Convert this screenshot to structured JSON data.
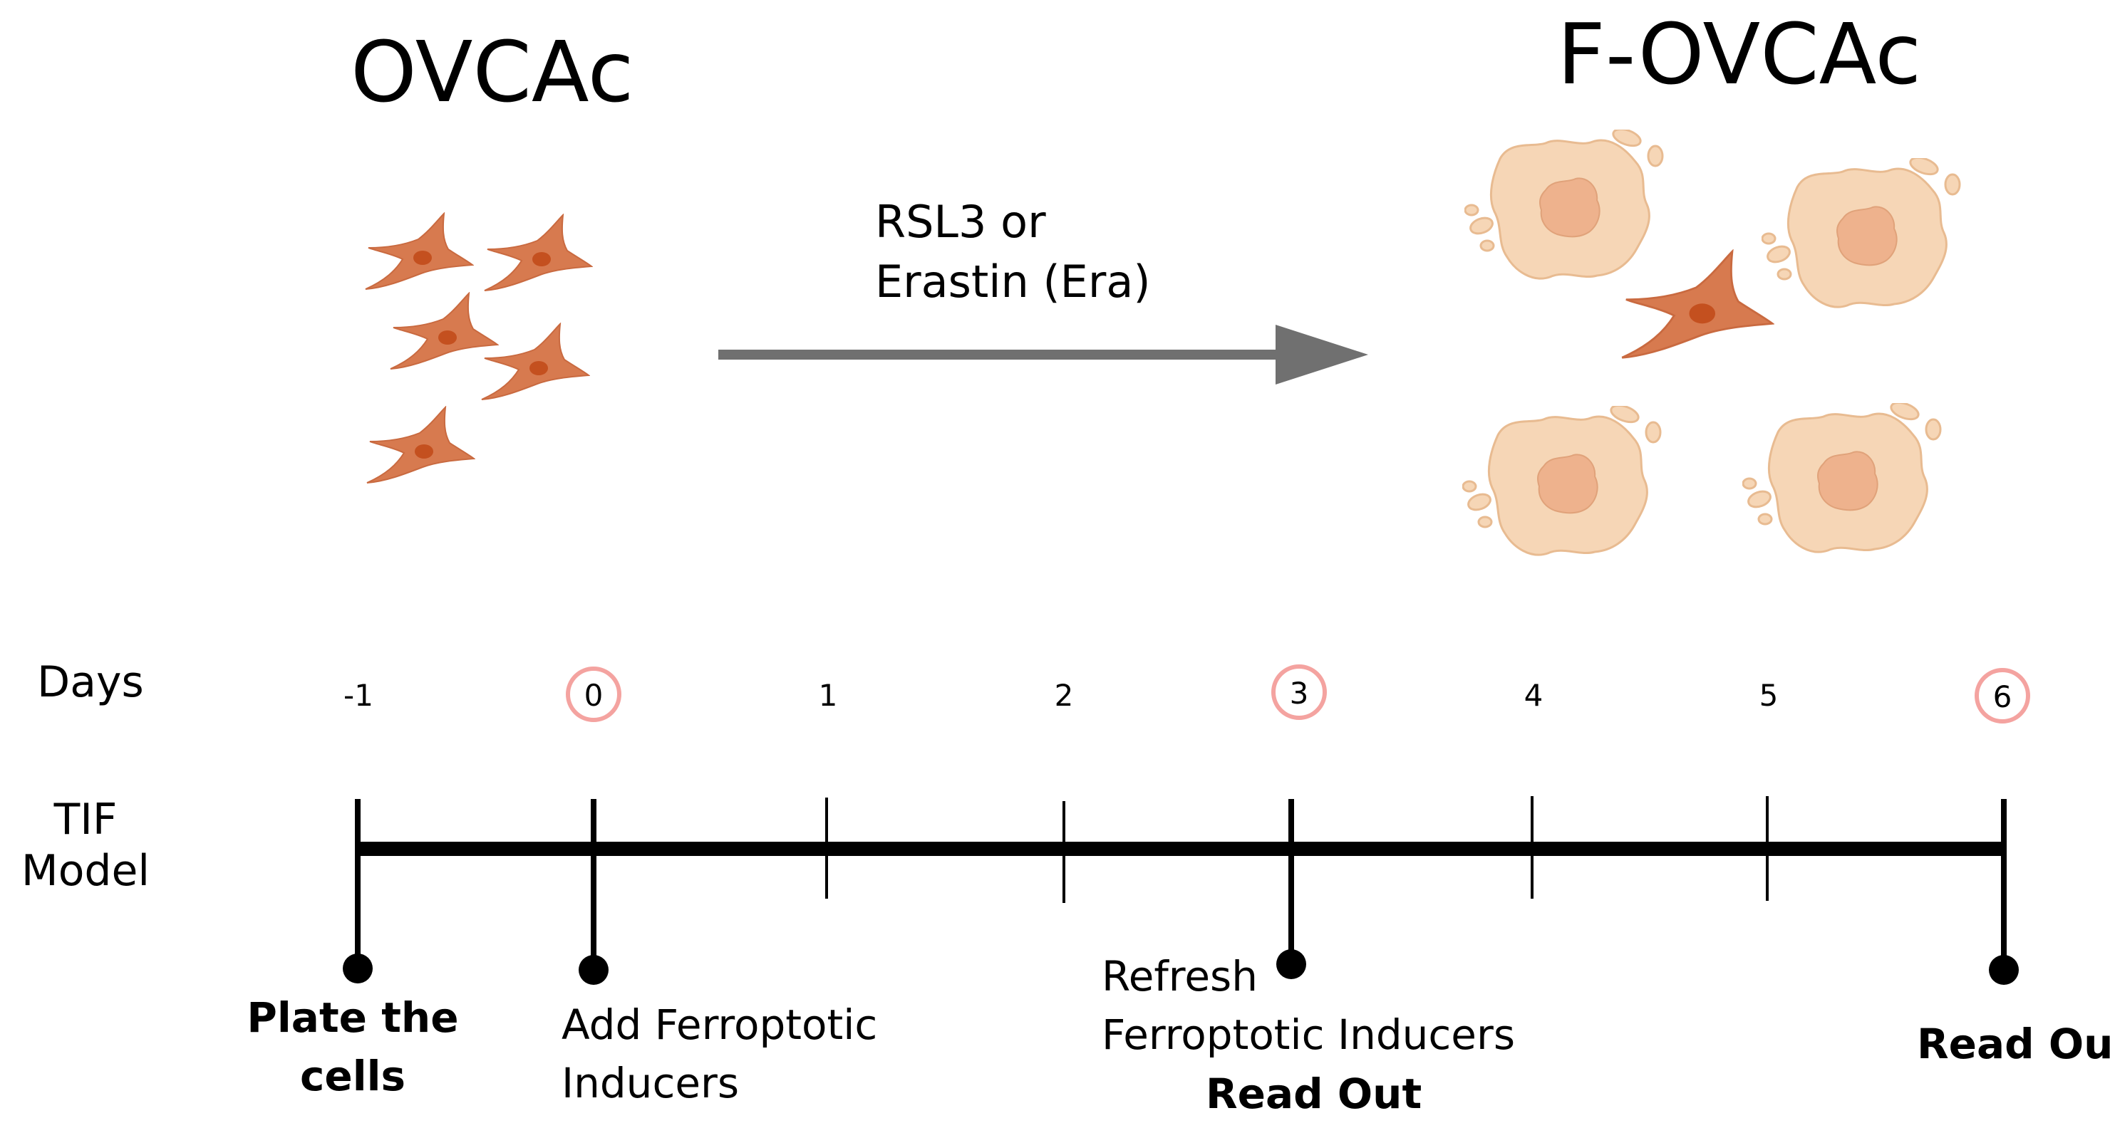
{
  "left_panel": {
    "title": "OVCAc"
  },
  "right_panel": {
    "title": "F-OVCAc"
  },
  "treatment": {
    "line1": "RSL3 or",
    "line2": "Erastin (Era)"
  },
  "timeline": {
    "row_label": "Days",
    "model_label_line1": "TIF",
    "model_label_line2": "Model",
    "days": [
      "-1",
      "0",
      "1",
      "2",
      "3",
      "4",
      "5",
      "6"
    ],
    "highlighted_days": [
      "0",
      "3",
      "6"
    ],
    "highlight_color": "#f4a3a0"
  },
  "events": {
    "plate_line1": "Plate the",
    "plate_line2": "cells",
    "add_line1": "Add Ferroptotic",
    "add_line2": "Inducers",
    "refresh_line1": "Refresh",
    "refresh_line2": "Ferroptotic Inducers",
    "refresh_line3": "Read Out",
    "final": "Read Out"
  },
  "colors": {
    "healthy_cell": "#d77a4f",
    "cell_nucleus": "#c4501f",
    "dead_cell_outer": "#f6d6b6",
    "dead_cell_edge": "#e8bb91",
    "dead_cell_inner": "#eeb28d",
    "arrow": "#707070",
    "timeline": "#000000"
  },
  "icons": {
    "healthy_cells": "spindle-cell-icon",
    "ferroptotic_cells": "ruptured-cell-icon",
    "arrow": "right-arrow-icon"
  }
}
